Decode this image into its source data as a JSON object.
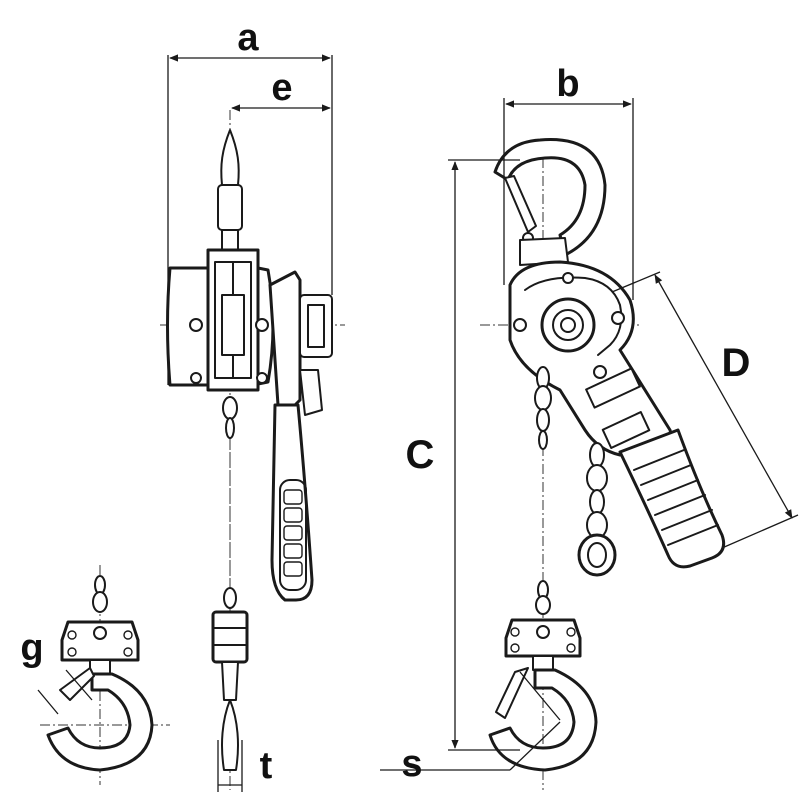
{
  "diagram": {
    "dimension_labels": {
      "a": "a",
      "e": "e",
      "b": "b",
      "C": "C",
      "D": "D",
      "g": "g",
      "t": "t",
      "s": "s"
    }
  }
}
